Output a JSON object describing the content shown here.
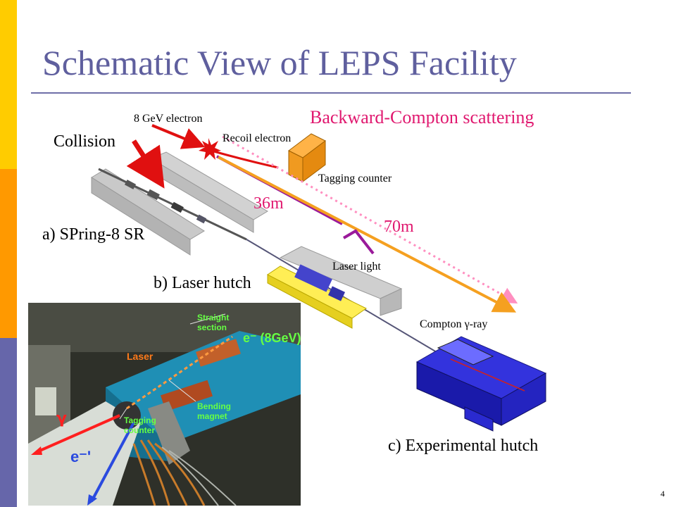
{
  "slide": {
    "title": "Schematic View of LEPS Facility",
    "page_number": "4",
    "accent_colors": {
      "title": "#5f5f9e",
      "pink": "#e0186f",
      "orange": "#f5a020",
      "side_yellow": "#ffcc00",
      "side_orange": "#ff9900",
      "side_blue": "#6666aa"
    }
  },
  "labels": {
    "electron_in": "8 GeV electron",
    "backward_compton": "Backward-Compton scattering",
    "collision": "Collision",
    "recoil_electron": "Recoil electron",
    "tagging_counter": "Tagging counter",
    "dist_36": "36m",
    "dist_70": "70m",
    "spring8": "a) SPring-8 SR",
    "laser_light": "Laser light",
    "laser_hutch": "b) Laser hutch",
    "compton_ray": "Compton γ-ray",
    "experimental_hutch": "c) Experimental hutch"
  },
  "photo": {
    "straight_section": "Straight section",
    "electron_beam": "e⁻ (8GeV)",
    "laser": "Laser",
    "bending_magnet": "Bending magnet",
    "tagging_counter": "Tagging counter",
    "gamma": "γ",
    "recoil": "e⁻'"
  }
}
